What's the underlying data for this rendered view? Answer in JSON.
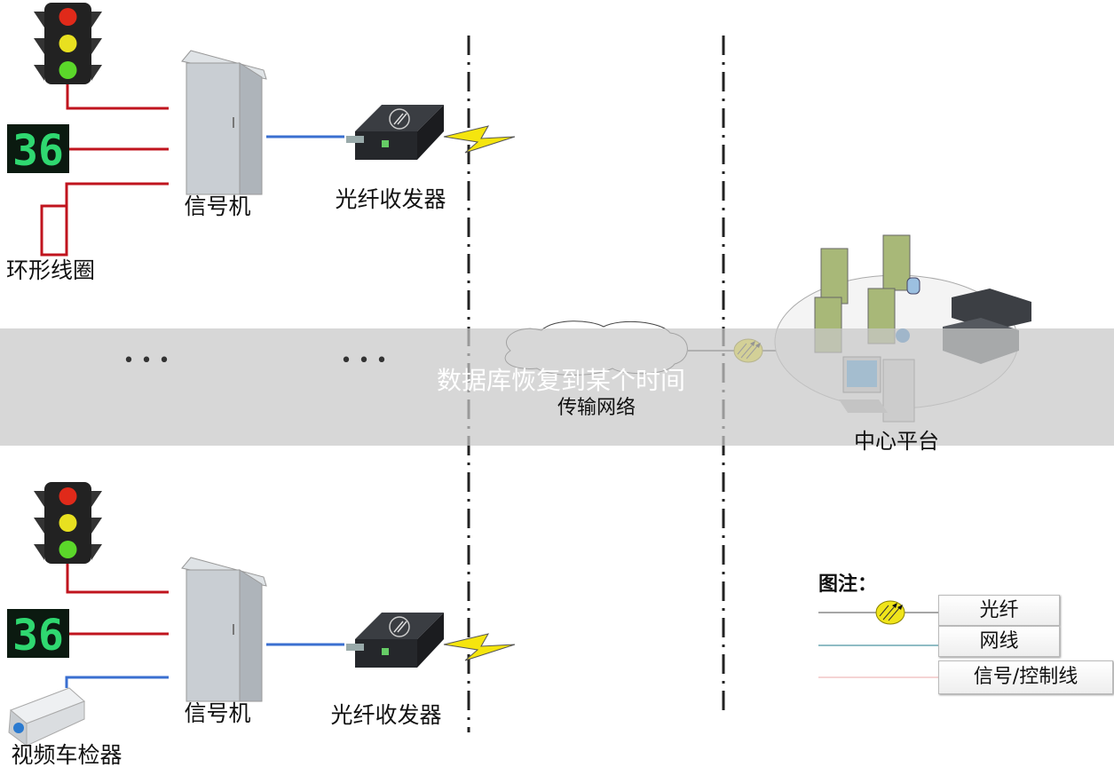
{
  "labels": {
    "signal_controller_top": "信号机",
    "transceiver_top": "光纤收发器",
    "loop_coil": "环形线圈",
    "signal_controller_bottom": "信号机",
    "transceiver_bottom": "光纤收发器",
    "video_detector": "视频车检器",
    "network": "传输网络",
    "center_platform": "中心平台",
    "ellipsis_1": "• • •",
    "ellipsis_2": "• • •"
  },
  "overlay": {
    "text": "数据库恢复到某个时间"
  },
  "legend": {
    "title": "图注：",
    "items": [
      {
        "label": "光纤",
        "color": "#888888"
      },
      {
        "label": "网线",
        "color": "#6aa5b0"
      },
      {
        "label": "信号/控制线",
        "color": "#f2c6c6"
      }
    ]
  },
  "colors": {
    "signal_line": "#c0141e",
    "network_line": "#3a6fd0"
  }
}
